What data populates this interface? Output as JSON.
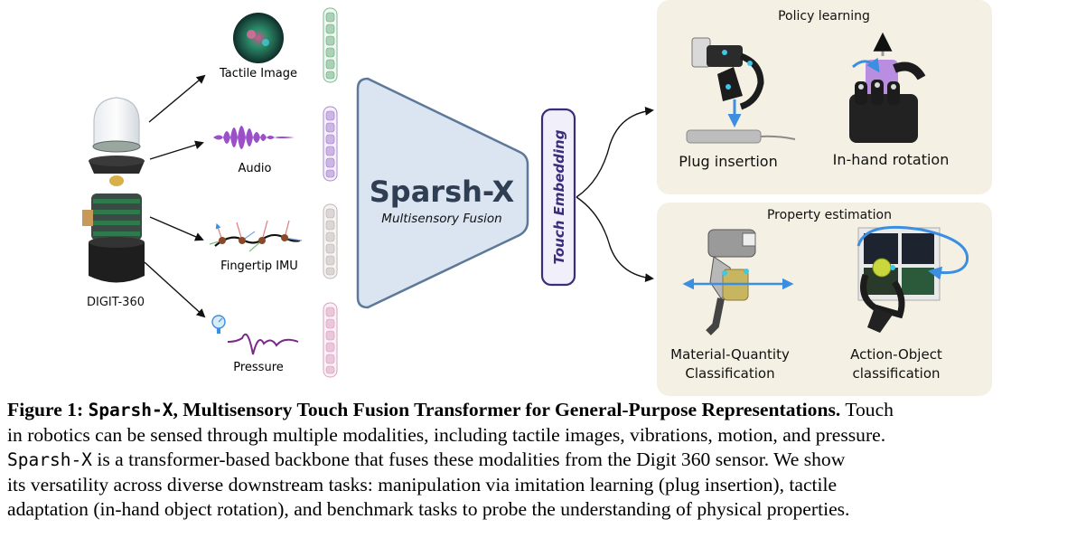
{
  "figure": {
    "sensor_label": "DIGIT-360",
    "modalities": [
      {
        "label": "Tactile Image"
      },
      {
        "label": "Audio"
      },
      {
        "label": "Fingertip IMU"
      },
      {
        "label": "Pressure"
      }
    ],
    "model": {
      "title": "Sparsh-X",
      "subtitle": "Multisensory Fusion"
    },
    "embedding_label": "Touch Embedding",
    "panels": [
      {
        "title": "Policy learning",
        "tasks": [
          "Plug insertion",
          "In-hand rotation"
        ]
      },
      {
        "title": "Property estimation",
        "tasks": [
          [
            "Material-Quantity",
            "Classification"
          ],
          [
            "Action-Object",
            "classification"
          ]
        ]
      }
    ],
    "colors": {
      "encoder_fill": "#dbe4f1",
      "encoder_stroke": "#5d7899",
      "embedding_stroke": "#3b2d7a",
      "panel_fill": "#f5f0e4",
      "token_green": "#a9d3b4",
      "token_purple": "#cdb6e6",
      "token_gray": "#dcd6d6",
      "token_pink": "#ecc7dc"
    }
  },
  "caption": {
    "label": "Figure 1:",
    "model_name": "Sparsh-X",
    "title_rest": ", Multisensory Touch Fusion Transformer for General-Purpose Representations.",
    "line1_tail": "Touch",
    "line2": "in robotics can be sensed through multiple modalities, including tactile images, vibrations, motion, and pressure.",
    "line3_name": "Sparsh-X",
    "line3_rest": "is a transformer-based backbone that fuses these modalities from the Digit 360 sensor.  We show",
    "line4": "its versatility across diverse downstream tasks:  manipulation via imitation learning (plug insertion), tactile",
    "line5": "adaptation (in-hand object rotation), and benchmark tasks to probe the understanding of physical properties."
  }
}
